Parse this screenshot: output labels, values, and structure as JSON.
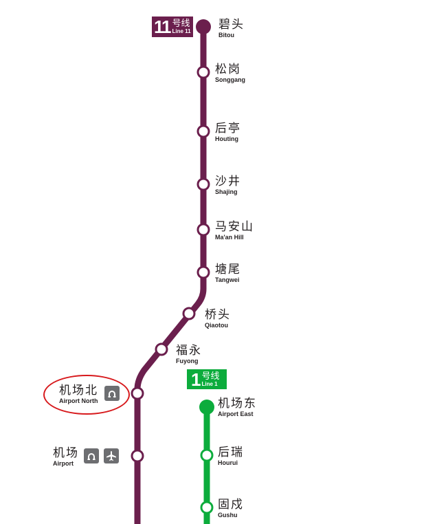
{
  "colors": {
    "line11": "#6b1f4d",
    "line1": "#0cac3c",
    "station_fill": "#ffffff",
    "text": "#231f20",
    "icon_bg": "#6d6e71",
    "highlight": "#d7191c"
  },
  "line11": {
    "badge": {
      "number": "11",
      "cn": "号线",
      "en": "Line 11"
    },
    "stations": [
      {
        "cn": "碧头",
        "en": "Bitou",
        "terminal": true
      },
      {
        "cn": "松岗",
        "en": "Songgang"
      },
      {
        "cn": "后亭",
        "en": "Houting"
      },
      {
        "cn": "沙井",
        "en": "Shajing"
      },
      {
        "cn": "马安山",
        "en": "Ma'an Hill"
      },
      {
        "cn": "塘尾",
        "en": "Tangwei"
      },
      {
        "cn": "桥头",
        "en": "Qiaotou"
      },
      {
        "cn": "福永",
        "en": "Fuyong"
      },
      {
        "cn": "机场北",
        "en": "Airport North",
        "icons": [
          "railway-icon"
        ],
        "highlighted": true
      },
      {
        "cn": "机场",
        "en": "Airport",
        "icons": [
          "railway-icon",
          "airplane-icon"
        ]
      }
    ]
  },
  "line1": {
    "badge": {
      "number": "1",
      "cn": "号线",
      "en": "Line 1"
    },
    "stations": [
      {
        "cn": "机场东",
        "en": "Airport East",
        "terminal": true
      },
      {
        "cn": "后瑞",
        "en": "Hourui"
      },
      {
        "cn": "固戍",
        "en": "Gushu"
      }
    ]
  }
}
